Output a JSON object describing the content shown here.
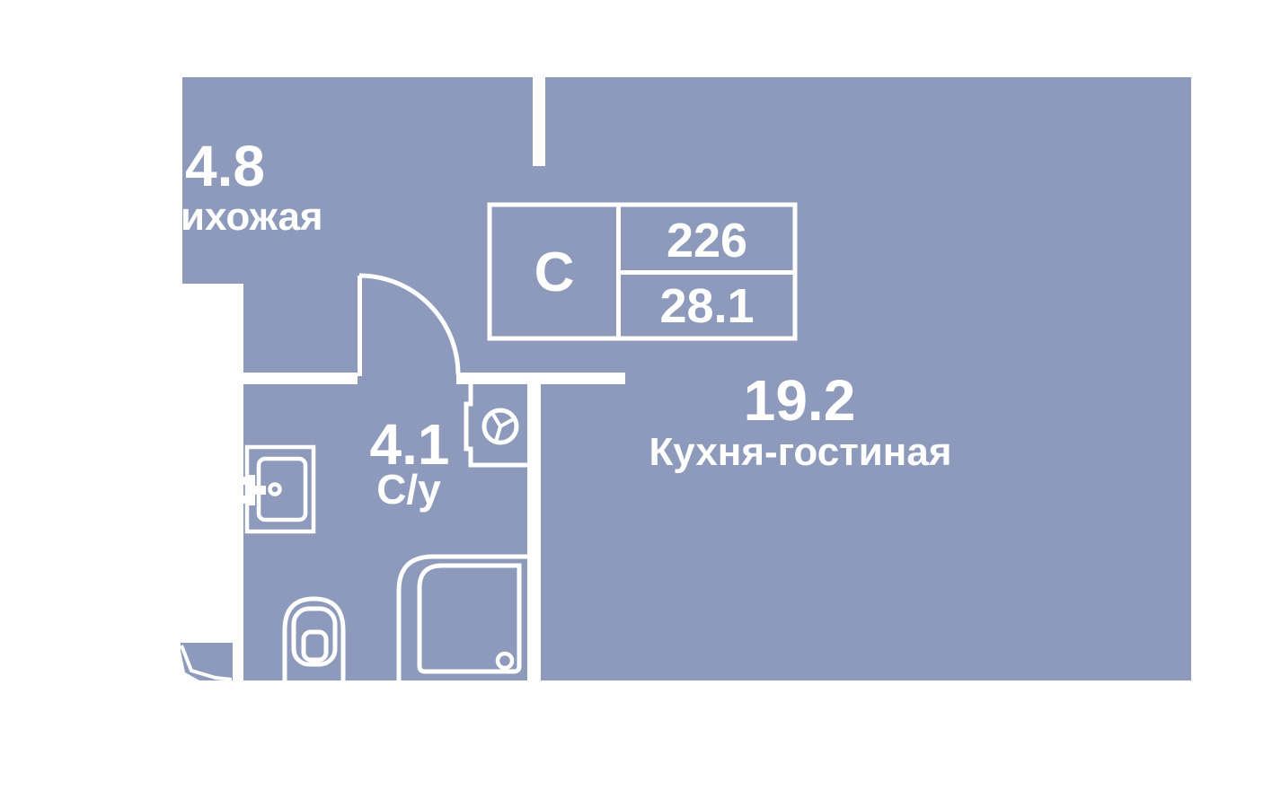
{
  "plan": {
    "background_color": "#ffffff",
    "fill_color": "#8d9abc",
    "line_color": "#ffffff"
  },
  "rooms": {
    "hallway": {
      "area": "4.8",
      "label": "ихожая"
    },
    "bathroom": {
      "area": "4.1",
      "label": "С/у"
    },
    "kitchen_living": {
      "area": "19.2",
      "label": "Кухня-гостиная"
    }
  },
  "unit_info": {
    "type": "С",
    "number": "226",
    "total_area": "28.1"
  },
  "icons": {
    "door_swing": "door-swing-icon",
    "entrance_door": "entrance-door-icon",
    "sink": "sink-icon",
    "washing_machine": "washing-machine-icon",
    "toilet": "toilet-icon",
    "shower": "shower-icon"
  }
}
